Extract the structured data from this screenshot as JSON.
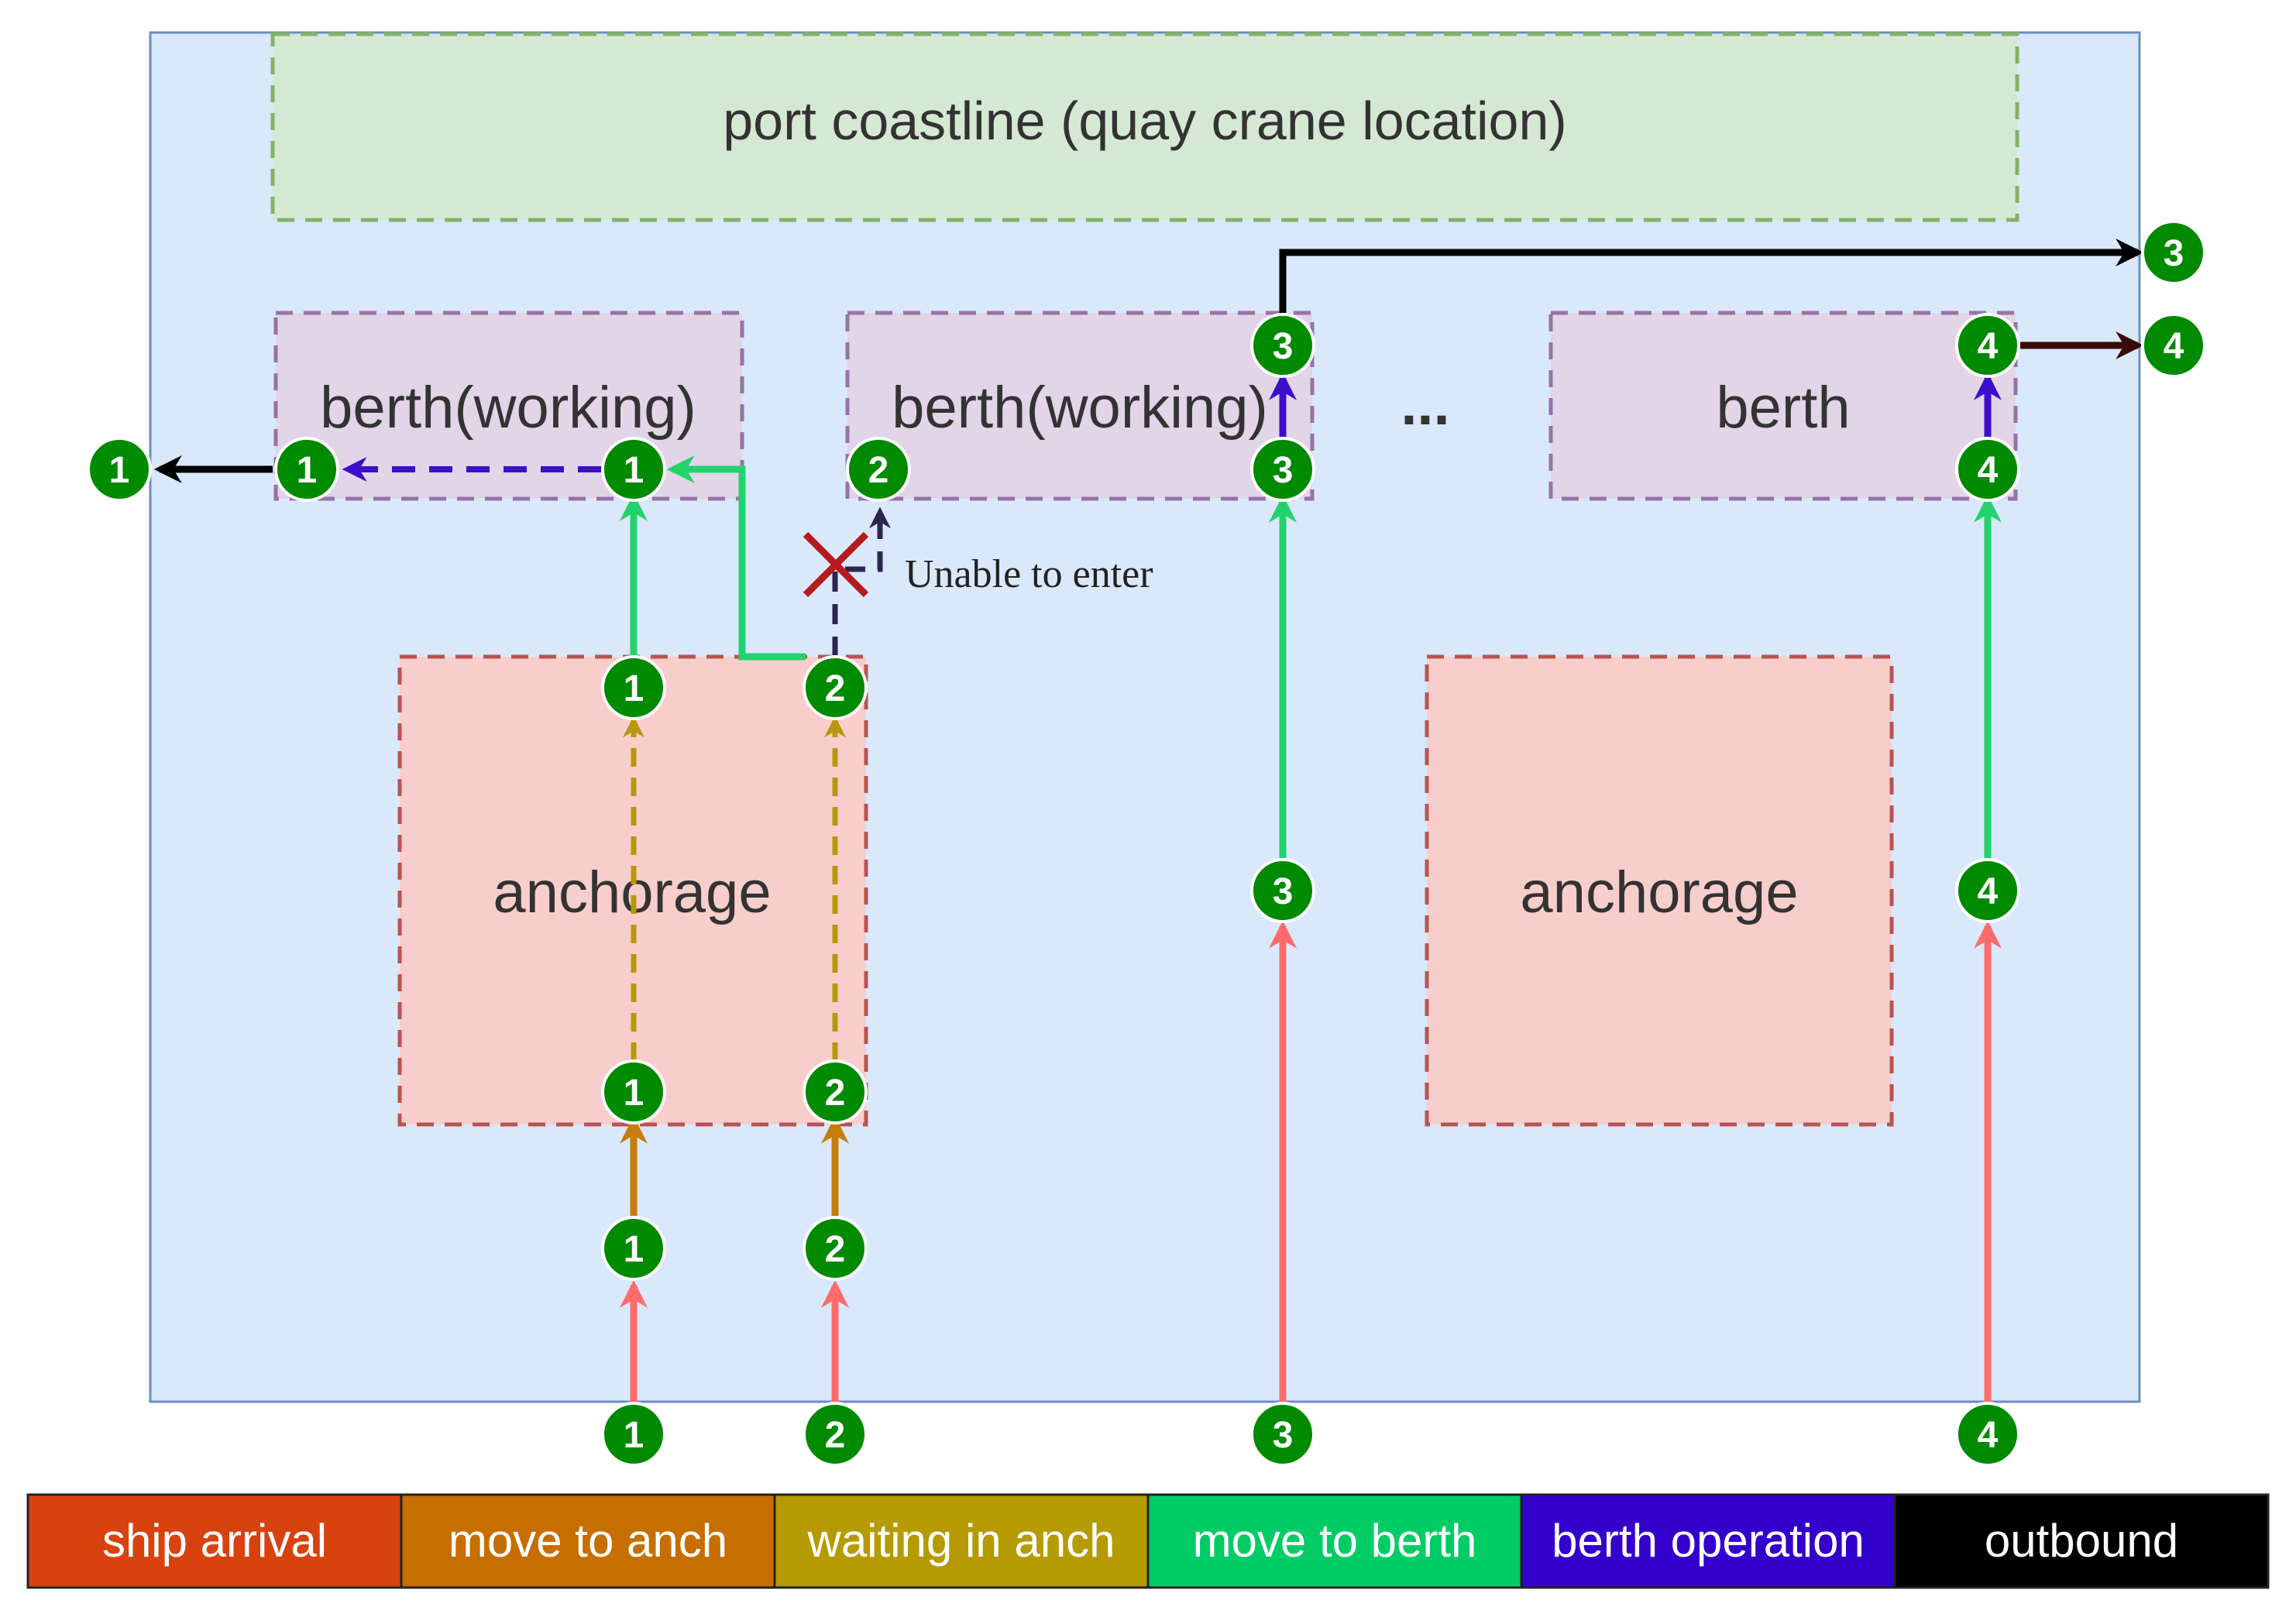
{
  "regions": {
    "coastline": "port coastline (quay crane location)",
    "berth_1": "berth(working)",
    "berth_2": "berth(working)",
    "berth_n": "berth",
    "ellipsis": "...",
    "anchorage_1": "anchorage",
    "anchorage_2": "anchorage"
  },
  "annotation": {
    "unable_to_enter": "Unable to enter"
  },
  "ship_badges": [
    "1",
    "2",
    "3",
    "4"
  ],
  "legend": [
    {
      "label": "ship arrival",
      "color": "#d8420e"
    },
    {
      "label": "move to anch",
      "color": "#c66e00"
    },
    {
      "label": "waiting in anch",
      "color": "#b59a00"
    },
    {
      "label": "move to berth",
      "color": "#00cc66"
    },
    {
      "label": "berth operation",
      "color": "#3300cc"
    },
    {
      "label": "outbound",
      "color": "#000000"
    }
  ],
  "colors": {
    "port_bg": "#dae8fc",
    "port_border": "#6c8ebf",
    "coastline_bg": "#d5e8d4",
    "coastline_border": "#82b366",
    "berth_bg": "#e1d5e7",
    "berth_border": "#9673a6",
    "anchorage_bg": "#f8cecc",
    "anchorage_border": "#b85450",
    "badge_fill": "#008a00",
    "arrival_line": "#ff6b6b",
    "move_anch_line": "#c67d0a",
    "waiting_line": "#b8980a",
    "move_berth_line": "#22d36b",
    "berth_op_line": "#3d0ecc",
    "outbound_line": "#000000",
    "blocked_line": "#2d2550",
    "x_mark": "#b71c1c"
  }
}
